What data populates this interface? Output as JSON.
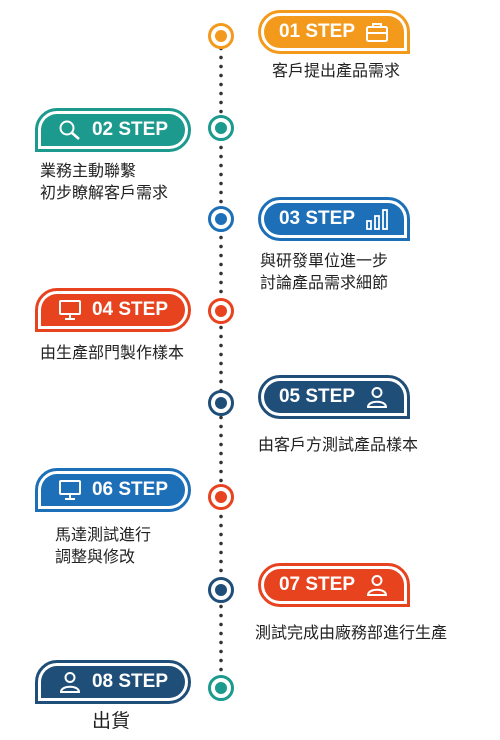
{
  "steps": [
    {
      "label": "01 STEP",
      "icon": "briefcase-icon",
      "color": "#f39a1c",
      "lines": [
        "客戶提出產品需求"
      ]
    },
    {
      "label": "02 STEP",
      "icon": "search-icon",
      "color": "#1c9a8e",
      "lines": [
        "業務主動聯繫",
        "初步瞭解客戶需求"
      ]
    },
    {
      "label": "03 STEP",
      "icon": "bar-chart-icon",
      "color": "#1d6fb8",
      "lines": [
        "與研發單位進一步",
        "討論產品需求細節"
      ]
    },
    {
      "label": "04 STEP",
      "icon": "monitor-icon",
      "color": "#e8431f",
      "lines": [
        "由生產部門製作樣本"
      ]
    },
    {
      "label": "05 STEP",
      "icon": "person-icon",
      "color": "#1f4e79",
      "lines": [
        "由客戶方測試產品樣本"
      ]
    },
    {
      "label": "06 STEP",
      "icon": "monitor-icon",
      "color": "#1d6fb8",
      "lines": [
        "馬達測試進行",
        "調整與修改"
      ]
    },
    {
      "label": "07 STEP",
      "icon": "person-icon",
      "color": "#e8431f",
      "lines": [
        "測試完成由廠務部進行生產"
      ]
    },
    {
      "label": "08 STEP",
      "icon": "person-icon",
      "color": "#1f4e79",
      "lines": [
        "出貨"
      ]
    }
  ],
  "node_colors": [
    "#f39a1c",
    "#1c9a8e",
    "#1d6fb8",
    "#e8431f",
    "#1f4e79",
    "#e8431f",
    "#1f4e79",
    "#1c9a8e"
  ]
}
